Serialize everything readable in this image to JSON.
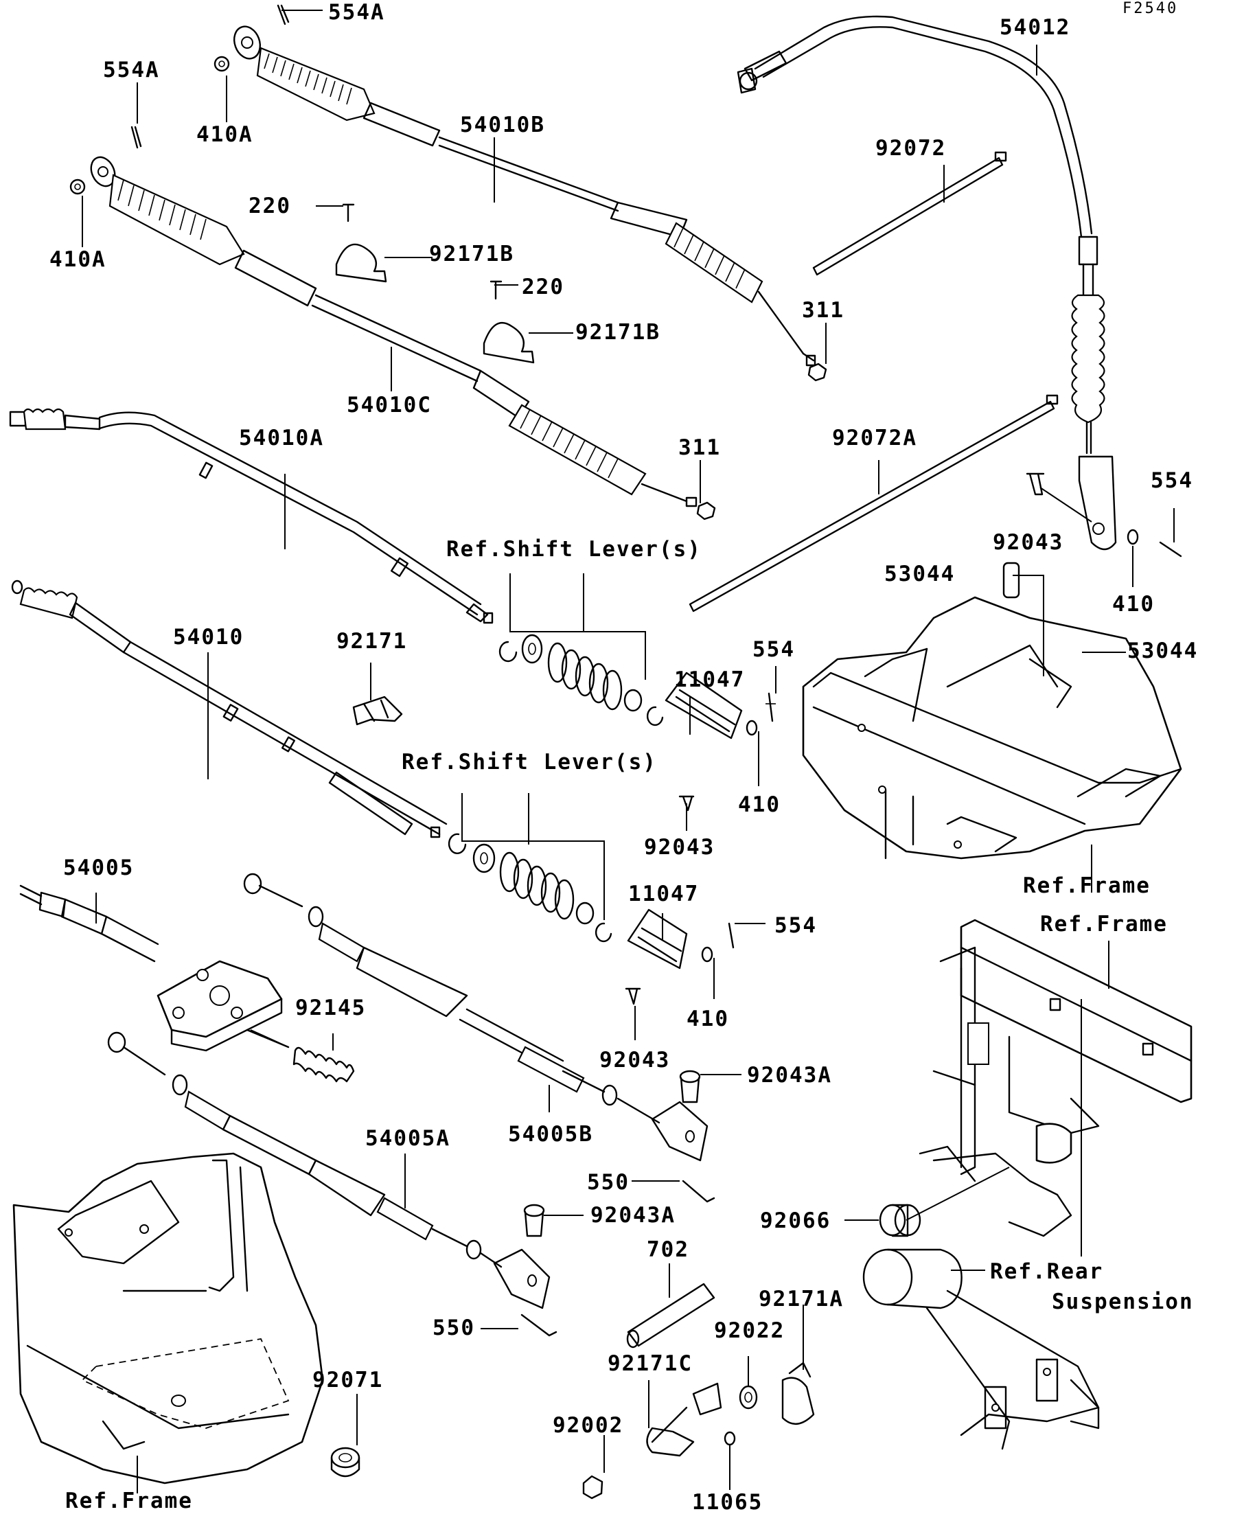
{
  "diagram_code": "F2540",
  "labels": {
    "p554a_top": "554A",
    "p554a_left": "554A",
    "p410a_top": "410A",
    "p410a_left": "410A",
    "p54010b": "54010B",
    "p220_a": "220",
    "p92171b_a": "92171B",
    "p220_b": "220",
    "p92171b_b": "92171B",
    "p54010c": "54010C",
    "p311_a": "311",
    "p311_b": "311",
    "p54012": "54012",
    "p92072": "92072",
    "p92072a": "92072A",
    "p92043_a": "92043",
    "p554_a": "554",
    "p410_a": "410",
    "p53044_a": "53044",
    "p53044_b": "53044",
    "p54010a": "54010A",
    "ref_shift_1": "Ref.Shift Lever(s)",
    "p54010": "54010",
    "p92171": "92171",
    "p11047_a": "11047",
    "p554_b": "554",
    "p410_b": "410",
    "p92043_b": "92043",
    "ref_shift_2": "Ref.Shift Lever(s)",
    "ref_frame_1": "Ref.Frame",
    "ref_frame_2": "Ref.Frame",
    "p54005": "54005",
    "p11047_b": "11047",
    "p554_c": "554",
    "p410_c": "410",
    "p92145": "92145",
    "p92043_c": "92043",
    "p92043a_a": "92043A",
    "p54005b": "54005B",
    "p54005a": "54005A",
    "p550_a": "550",
    "p92043a_b": "92043A",
    "p92066": "92066",
    "p702": "702",
    "p92171a": "92171A",
    "ref_rear_1": "Ref.Rear",
    "ref_rear_2": "Suspension",
    "p550_b": "550",
    "p92022": "92022",
    "p92171c": "92171C",
    "p92071": "92071",
    "p92002": "92002",
    "p11065": "11065",
    "ref_frame_3": "Ref.Frame"
  }
}
